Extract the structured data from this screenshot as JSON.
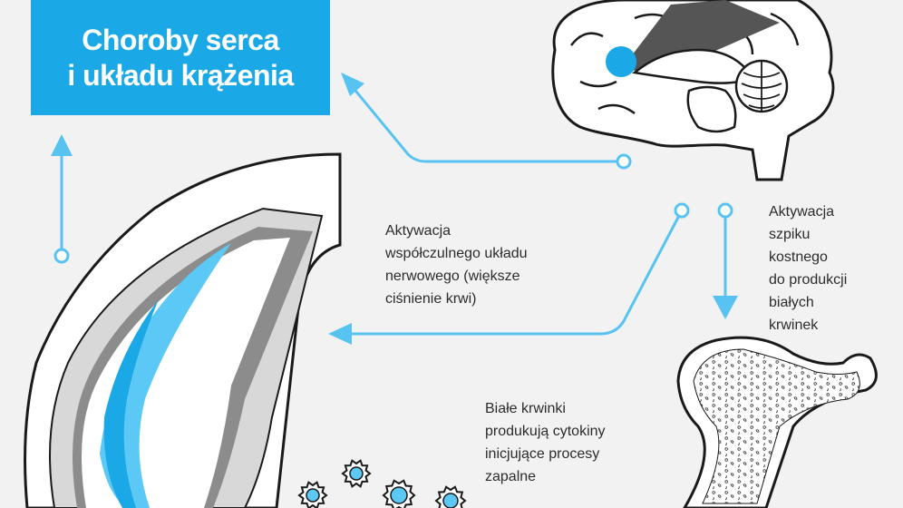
{
  "title": {
    "line1": "Choroby serca",
    "line2": "i układu krążenia"
  },
  "captions": {
    "sympathetic": [
      "Aktywacja",
      "współczulnego układu",
      "nerwowego (większe",
      "ciśnienie krwi)"
    ],
    "marrow": [
      "Aktywacja",
      "szpiku",
      "kostnego",
      "do produkcji",
      "białych",
      "krwinek"
    ],
    "cytokines": [
      "Białe krwinki",
      "produkują cytokiny",
      "inicjujące procesy",
      "zapalne"
    ]
  },
  "colors": {
    "accent": "#1ba8e6",
    "arrow": "#58c3f0",
    "background": "#f2f2f2",
    "outline": "#1a1a1a",
    "artery_gray": "#8c8c8c",
    "brain_highlight": "#555555"
  },
  "icons": [
    "brain-icon",
    "artery-icon",
    "bone-icon",
    "cell-icon"
  ]
}
